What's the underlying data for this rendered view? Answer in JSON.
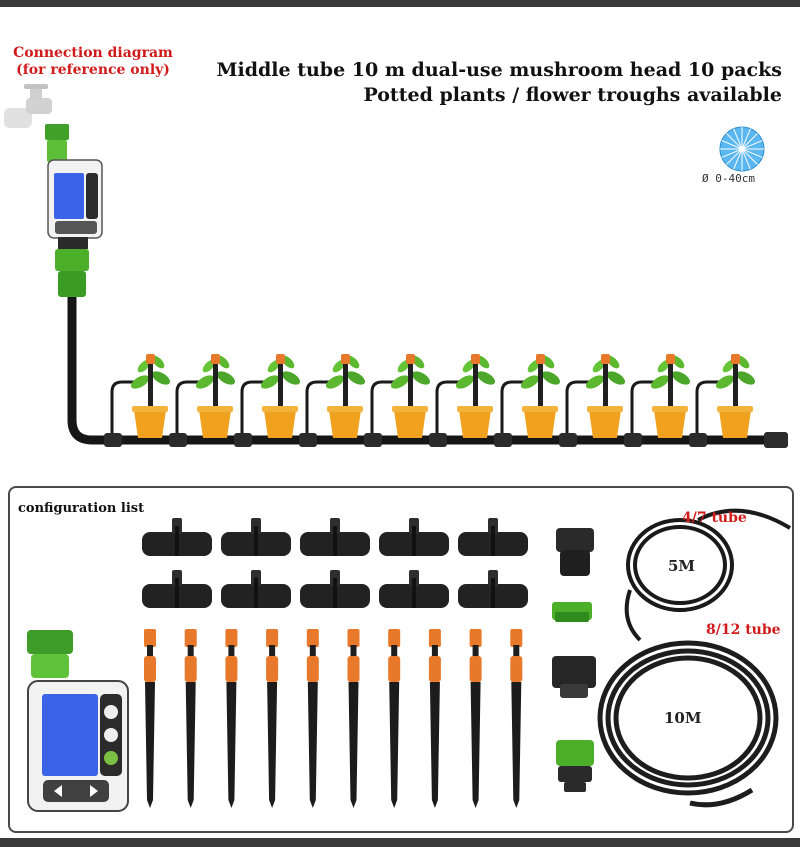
{
  "connection_diagram": {
    "line1": "Connection diagram",
    "line2": "(for reference only)"
  },
  "headline": {
    "line1": "Middle tube 10 m dual-use mushroom head 10 packs",
    "line2": "Potted plants / flower troughs available"
  },
  "spray_range": "Ø 0-40cm",
  "configuration_list": {
    "title": "configuration list",
    "tube_small_label": "4/7 tube",
    "tube_small_length": "5M",
    "tube_large_label": "8/12 tube",
    "tube_large_length": "10M"
  },
  "colors": {
    "accent_red": "#d11a1a",
    "tube_black": "#1a1a1a",
    "fitting_green": "#4caf2a",
    "nozzle_orange": "#e8782a",
    "pot_orange": "#f0a21e",
    "timer_screen": "#3b63e8"
  }
}
